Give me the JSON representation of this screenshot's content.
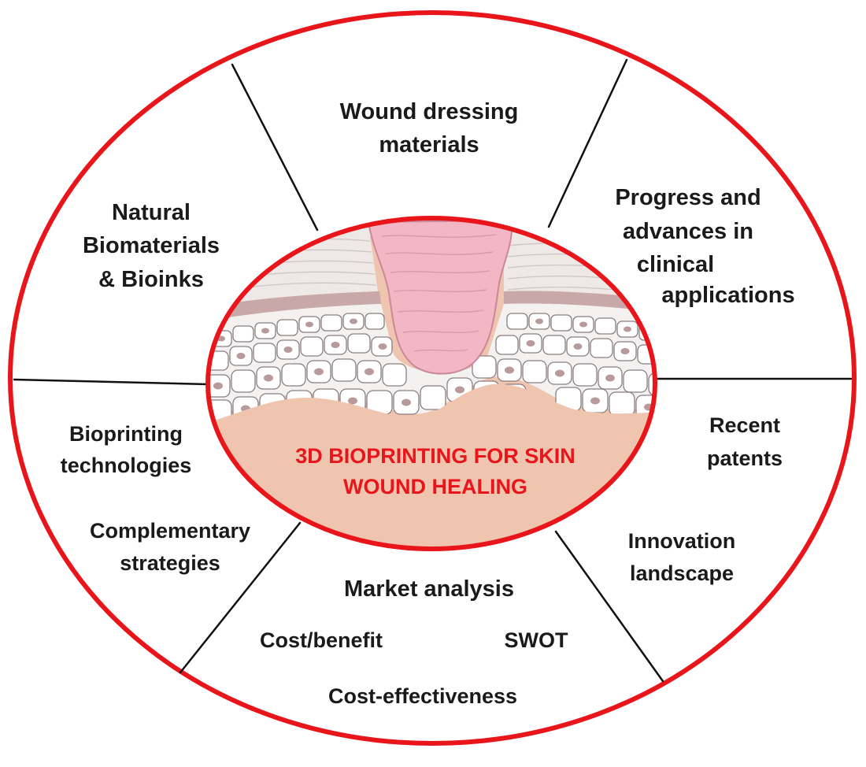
{
  "center_title": {
    "line1": "3D BIOPRINTING FOR SKIN",
    "line2": "WOUND HEALING"
  },
  "segments": {
    "wound_dressing": {
      "line1": "Wound dressing",
      "line2": "materials"
    },
    "progress": {
      "line1": "Progress and",
      "line2": "advances in",
      "line3": "clinical",
      "line4": "applications"
    },
    "natural_biomaterials": {
      "line1": "Natural",
      "line2": "Biomaterials",
      "line3": "& Bioinks"
    },
    "bioprinting_technologies": {
      "line1": "Bioprinting",
      "line2": "technologies"
    },
    "complementary_strategies": {
      "line1": "Complementary",
      "line2": "strategies"
    },
    "recent_patents": {
      "line1": "Recent",
      "line2": "patents"
    },
    "innovation_landscape": {
      "line1": "Innovation",
      "line2": "landscape"
    },
    "market": {
      "title": "Market analysis",
      "cost_benefit": "Cost/benefit",
      "swot": "SWOT",
      "cost_effectiveness": "Cost-effectiveness"
    }
  },
  "colors": {
    "ring": "#e8151b",
    "divider": "#111111",
    "dermis": "#efc5b0",
    "wound": "#f2b6c4",
    "wound_edge": "#c98899",
    "cells": "#ffffff",
    "cell_stroke": "#8a7e80",
    "nucleus": "#b89a9a",
    "stratum": "#eee8e6",
    "band": "#c8a8a8"
  }
}
